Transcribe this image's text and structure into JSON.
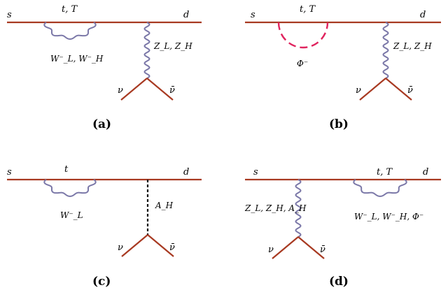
{
  "colors": {
    "fermion": "#a83a22",
    "gauge": "#7b78a8",
    "scalar": "#e0245e",
    "heavy_photon": "#111111"
  },
  "diagram_a": {
    "caption": "(a)",
    "label_s": "s",
    "label_t": "t, T",
    "label_d": "d",
    "label_w": "W⁻_L, W⁻_H",
    "label_z": "Z_L, Z_H",
    "label_nu": "ν",
    "label_nubar": "ν̄"
  },
  "diagram_b": {
    "caption": "(b)",
    "label_s": "s",
    "label_t": "t, T",
    "label_d": "d",
    "label_phi": "Φ⁻",
    "label_z": "Z_L, Z_H",
    "label_nu": "ν",
    "label_nubar": "ν̄"
  },
  "diagram_c": {
    "caption": "(c)",
    "label_s": "s",
    "label_t": "t",
    "label_d": "d",
    "label_w": "W⁻_L",
    "label_a": "A_H",
    "label_nu": "ν",
    "label_nubar": "ν̄"
  },
  "diagram_d": {
    "caption": "(d)",
    "label_s": "s",
    "label_t": "t, T",
    "label_d": "d",
    "label_z": "Z_L, Z_H, A_H",
    "label_w": "W⁻_L, W⁻_H, Φ⁻",
    "label_nu": "ν",
    "label_nubar": "ν̄"
  }
}
